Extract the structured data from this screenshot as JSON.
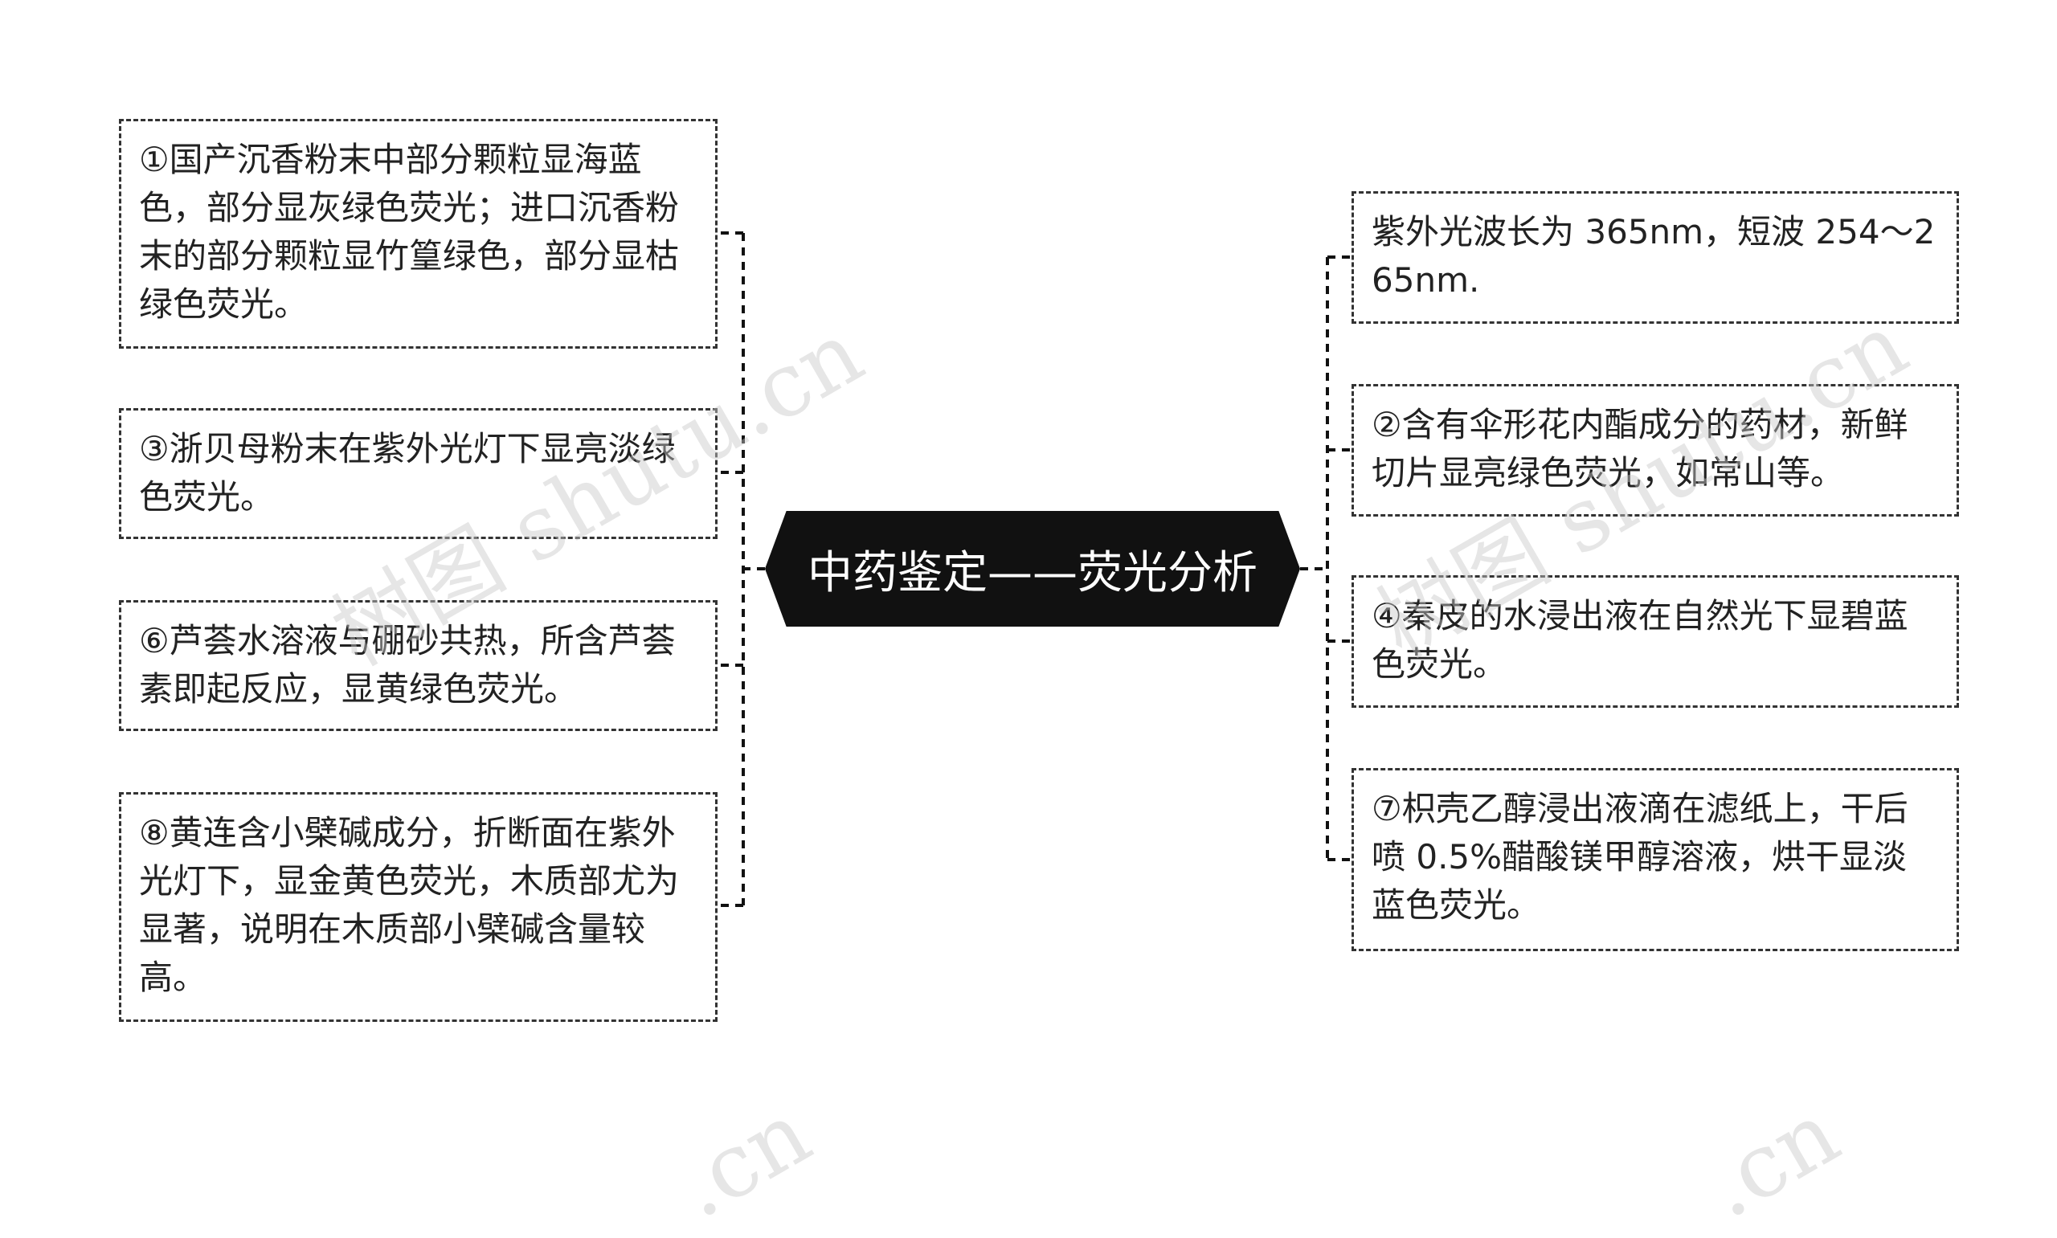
{
  "center": {
    "title": "中药鉴定——荧光分析"
  },
  "left_nodes": [
    {
      "text": "①国产沉香粉末中部分颗粒显海蓝色，部分显灰绿色荧光；进口沉香粉末的部分颗粒显竹篁绿色，部分显枯绿色荧光。"
    },
    {
      "text": "③浙贝母粉末在紫外光灯下显亮淡绿色荧光。"
    },
    {
      "text": "⑥芦荟水溶液与硼砂共热，所含芦荟素即起反应，显黄绿色荧光。"
    },
    {
      "text": "⑧黄连含小檗碱成分，折断面在紫外光灯下，显金黄色荧光，木质部尤为显著，说明在木质部小檗碱含量较高。"
    }
  ],
  "right_nodes": [
    {
      "text": "紫外光波长为 365nm，短波 254～265nm."
    },
    {
      "text": "②含有伞形花内酯成分的药材，新鲜切片显亮绿色荧光，如常山等。"
    },
    {
      "text": "④秦皮的水浸出液在自然光下显碧蓝色荧光。"
    },
    {
      "text": "⑦枳壳乙醇浸出液滴在滤纸上，干后喷 0.5%醋酸镁甲醇溶液，烘干显淡蓝色荧光。"
    }
  ],
  "watermark": {
    "text": "树图 shutu.cn",
    "short": ".cn"
  },
  "colors": {
    "center_bg": "#111111",
    "center_text": "#ffffff",
    "border": "#333333",
    "text": "#222222",
    "watermark": "#c8c8c8"
  }
}
